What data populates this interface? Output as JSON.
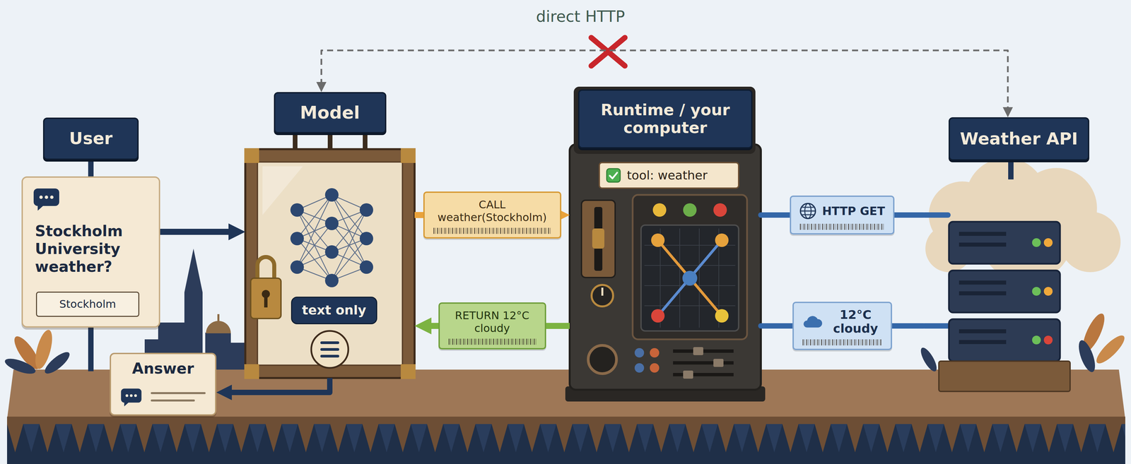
{
  "diagram": {
    "nodes": [
      {
        "text": [
          "User",
          "Stockholm University weather?"
        ]
      },
      {
        "text": [
          "Stockholm"
        ],
        "in": 0
      },
      {
        "text": [
          "Model"
        ]
      },
      {
        "text": [
          "text only"
        ],
        "in": 2
      },
      {
        "text": [
          "Runtime / your computer"
        ]
      },
      {
        "text": [
          "tool: weather"
        ],
        "in": 4
      },
      {
        "text": [
          "Weather API"
        ]
      },
      {
        "text": [
          "Answer"
        ]
      }
    ],
    "edges": [
      {
        "from": 0,
        "to": 2,
        "arrow": "to"
      },
      {
        "from": 2,
        "to": 4,
        "label": "CALL weather(Stockholm)",
        "arrow": "to"
      },
      {
        "from": 4,
        "to": 2,
        "label": "RETURN 12°C cloudy",
        "arrow": "to"
      },
      {
        "from": 4,
        "to": 6,
        "label": "HTTP GET",
        "arrow": "none"
      },
      {
        "from": 6,
        "to": 4,
        "label": "12°C cloudy",
        "arrow": "none"
      },
      {
        "from": 2,
        "to": 6,
        "label": "direct HTTP",
        "arrow": "both"
      },
      {
        "from": 2,
        "to": 7,
        "arrow": "to"
      }
    ]
  }
}
